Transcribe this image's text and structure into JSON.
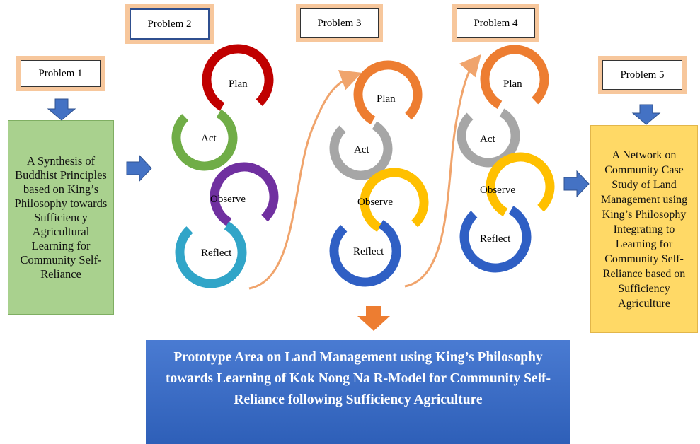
{
  "problems": {
    "p1": "Problem 1",
    "p2": "Problem 2",
    "p3": "Problem 3",
    "p4": "Problem 4",
    "p5": "Problem 5"
  },
  "boxes": {
    "synthesis": "A Synthesis of Buddhist Principles based on King’s Philosophy towards Sufficiency Agricultural Learning for Community Self-Reliance",
    "network": "A Network on Community Case Study of Land Management using King’s Philosophy Integrating to Learning for Community Self-Reliance based on Sufficiency Agriculture",
    "prototype": "Prototype Area on Land Management using King’s Philosophy towards Learning of Kok Nong Na R-Model for Community Self-Reliance following Sufficiency Agriculture"
  },
  "cycle": {
    "plan": "Plan",
    "act": "Act",
    "observe": "Observe",
    "reflect": "Reflect"
  },
  "colors": {
    "green_box": "#a9d18e",
    "yellow_box": "#ffd966",
    "blue_box": "#2e5fb8",
    "problem_shadow": "#f7c79c",
    "arrow_blue": "#4472c4",
    "arrow_orange": "#ed7d31",
    "cycle1": [
      "#c00000",
      "#70ad47",
      "#7030a0",
      "#31a5c8"
    ],
    "cycle2": [
      "#ed7d31",
      "#a6a6a6",
      "#ffc000",
      "#2f5fc4"
    ],
    "cycle3": [
      "#ed7d31",
      "#a6a6a6",
      "#ffc000",
      "#2f5fc4"
    ]
  }
}
